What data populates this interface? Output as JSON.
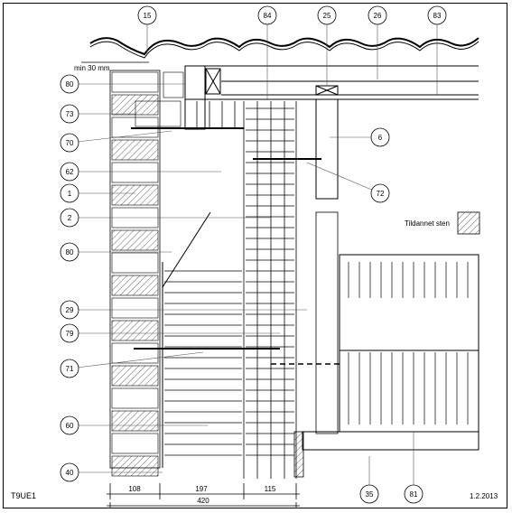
{
  "drawing": {
    "code": "T9UE1",
    "date": "1.2.2013",
    "note": "min 30 mm",
    "legend": {
      "label": "Tildannet sten",
      "swatch": "hatched-stone"
    },
    "dimensions": {
      "segments": [
        "108",
        "197",
        "115"
      ],
      "total": "420"
    },
    "callouts": {
      "top": [
        "15",
        "84",
        "25",
        "26",
        "83"
      ],
      "left": [
        "80",
        "73",
        "70",
        "62",
        "1",
        "2",
        "80",
        "29",
        "79",
        "71",
        "60",
        "40"
      ],
      "right": [
        "6",
        "72"
      ],
      "bottom": [
        "35",
        "81"
      ]
    }
  },
  "colors": {
    "line": "#000000",
    "leader": "#555555",
    "background": "#ffffff"
  }
}
